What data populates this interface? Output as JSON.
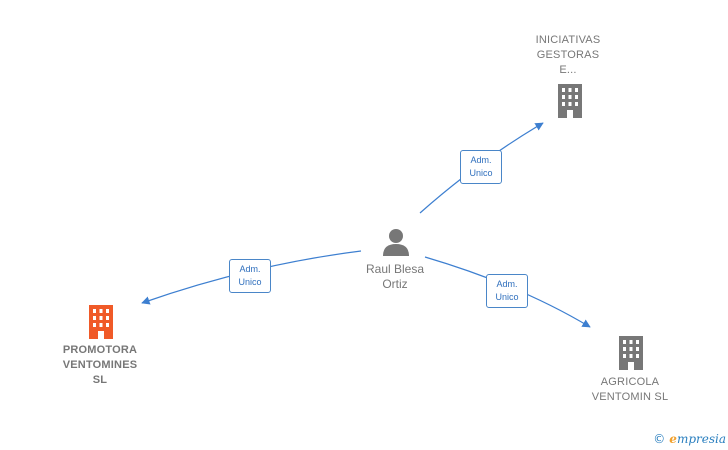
{
  "center_node": {
    "name": "Raul Blesa\nOrtiz",
    "icon": "person-icon"
  },
  "companies": [
    {
      "id": "iniciativas",
      "name": "INICIATIVAS\nGESTORAS\nE...",
      "icon": "building-icon",
      "color": "#777777"
    },
    {
      "id": "promotora",
      "name": "PROMOTORA\nVENTOMINES\nSL",
      "icon": "building-icon",
      "color": "#f05a28"
    },
    {
      "id": "agricola",
      "name": "AGRICOLA\nVENTOMIN  SL",
      "icon": "building-icon",
      "color": "#777777"
    }
  ],
  "relations": [
    {
      "to": "iniciativas",
      "label": "Adm.\nUnico"
    },
    {
      "to": "promotora",
      "label": "Adm.\nUnico"
    },
    {
      "to": "agricola",
      "label": "Adm.\nUnico"
    }
  ],
  "brand": {
    "copyright": "©",
    "initial": "e",
    "rest": "mpresia"
  },
  "colors": {
    "edge": "#3d7fd0",
    "text": "#777777"
  }
}
